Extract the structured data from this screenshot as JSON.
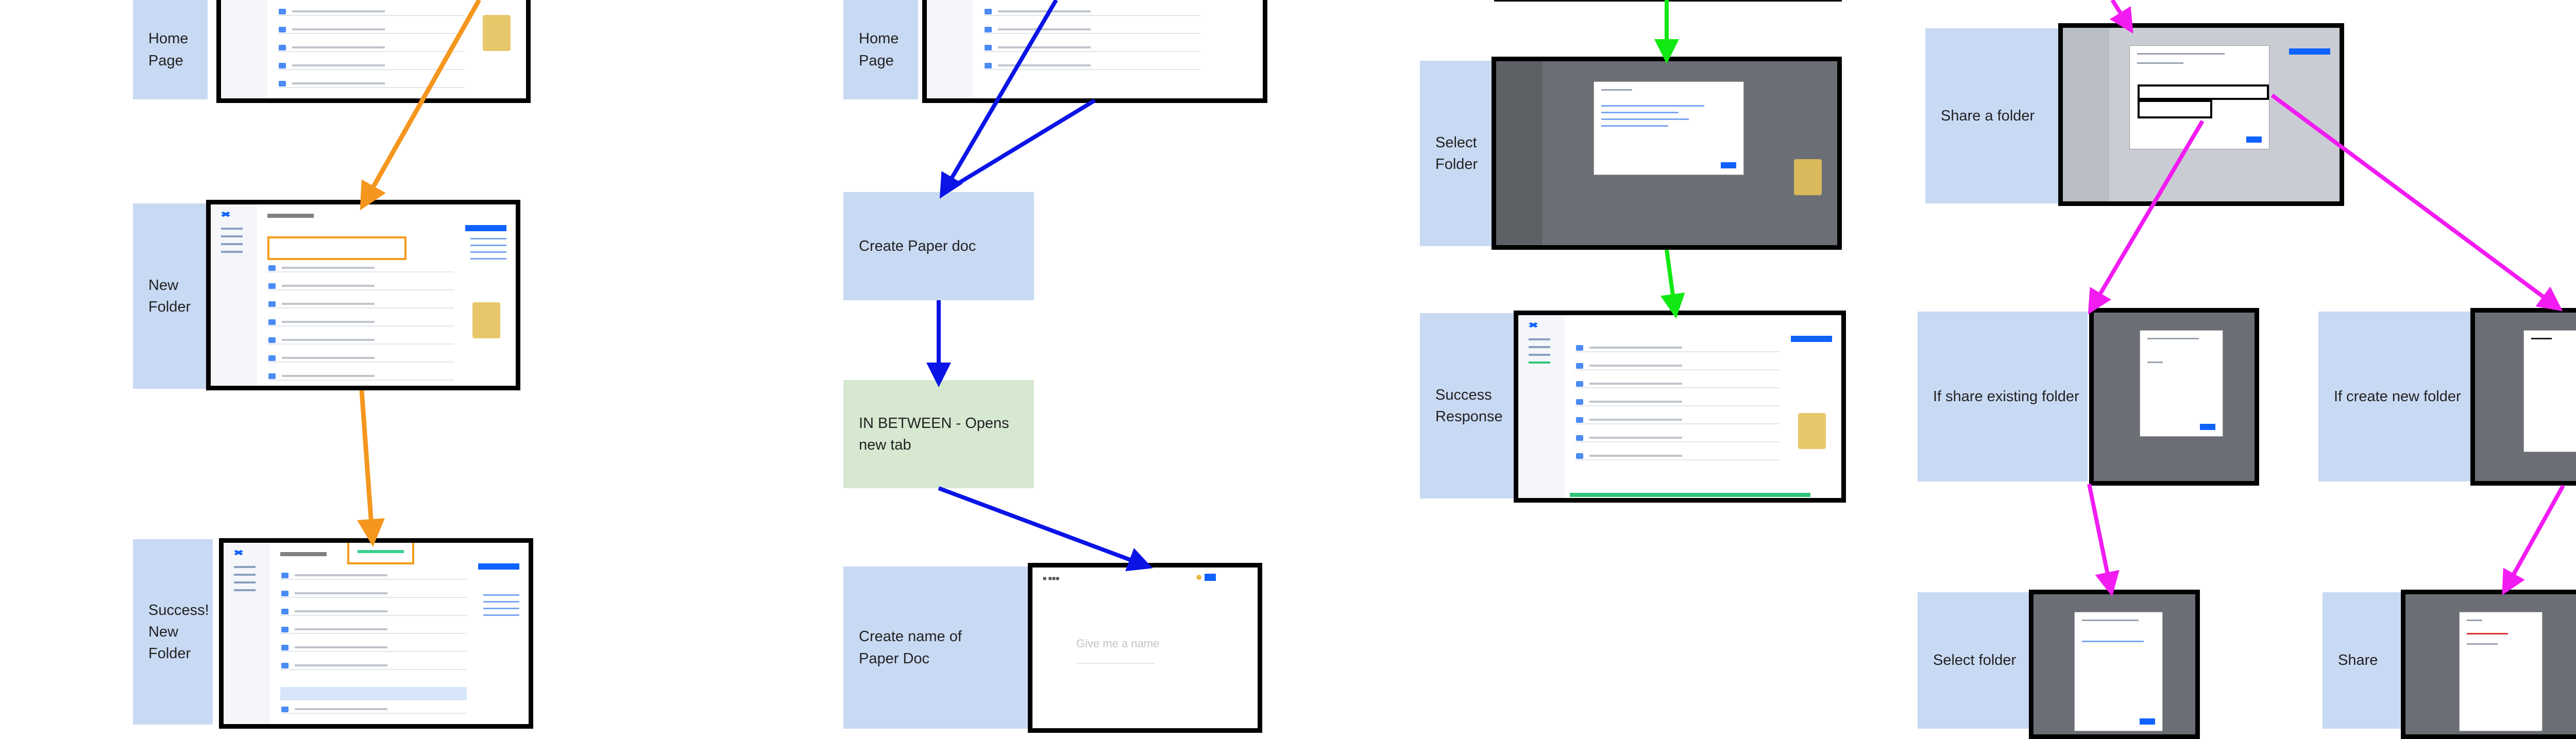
{
  "colors": {
    "label_blue": "#c8d9f3",
    "label_green": "#d6e8d0",
    "arrow_orange": "#f5961e",
    "arrow_blue": "#0a14e6",
    "arrow_green": "#12e812",
    "arrow_magenta": "#f21cf2"
  },
  "columns": [
    {
      "flow": "New Folder",
      "arrow_color": "#f5961e",
      "steps": [
        "Home Page",
        "New Folder",
        "Success! New Folder"
      ]
    },
    {
      "flow": "Create Paper doc",
      "arrow_color": "#0a14e6",
      "steps": [
        "Home Page",
        "Create Paper doc",
        "IN BETWEEN - Opens new tab",
        "Create name of Paper Doc"
      ]
    },
    {
      "flow": "Select Folder",
      "arrow_color": "#12e812",
      "steps": [
        "Select Folder",
        "Success Response"
      ]
    },
    {
      "flow": "Share a folder",
      "arrow_color": "#f21cf2",
      "steps": [
        "Share a folder",
        "If share existing folder",
        "If create new folder",
        "Select folder",
        "Share"
      ]
    }
  ],
  "labels": {
    "home_page_1": "Home\nPage",
    "new_folder": "New\nFolder",
    "success_new_folder": "Success!\nNew\nFolder",
    "home_page_2": "Home\nPage",
    "create_paper_doc": "Create Paper doc",
    "in_between": "IN BETWEEN - Opens\nnew tab",
    "create_name_paper_doc": "Create name of\nPaper Doc",
    "select_folder_top": "Select\nFolder",
    "success_response": "Success\nResponse",
    "share_a_folder": "Share a folder",
    "if_share_existing": "If share existing folder",
    "if_create_new": "If create new folder",
    "select_folder_bottom": "Select folder",
    "share": "Share"
  },
  "screens": {
    "new_folder_header": "Dropbox",
    "success_header": "Dropbox",
    "paper_placeholder": "Give me a name"
  }
}
